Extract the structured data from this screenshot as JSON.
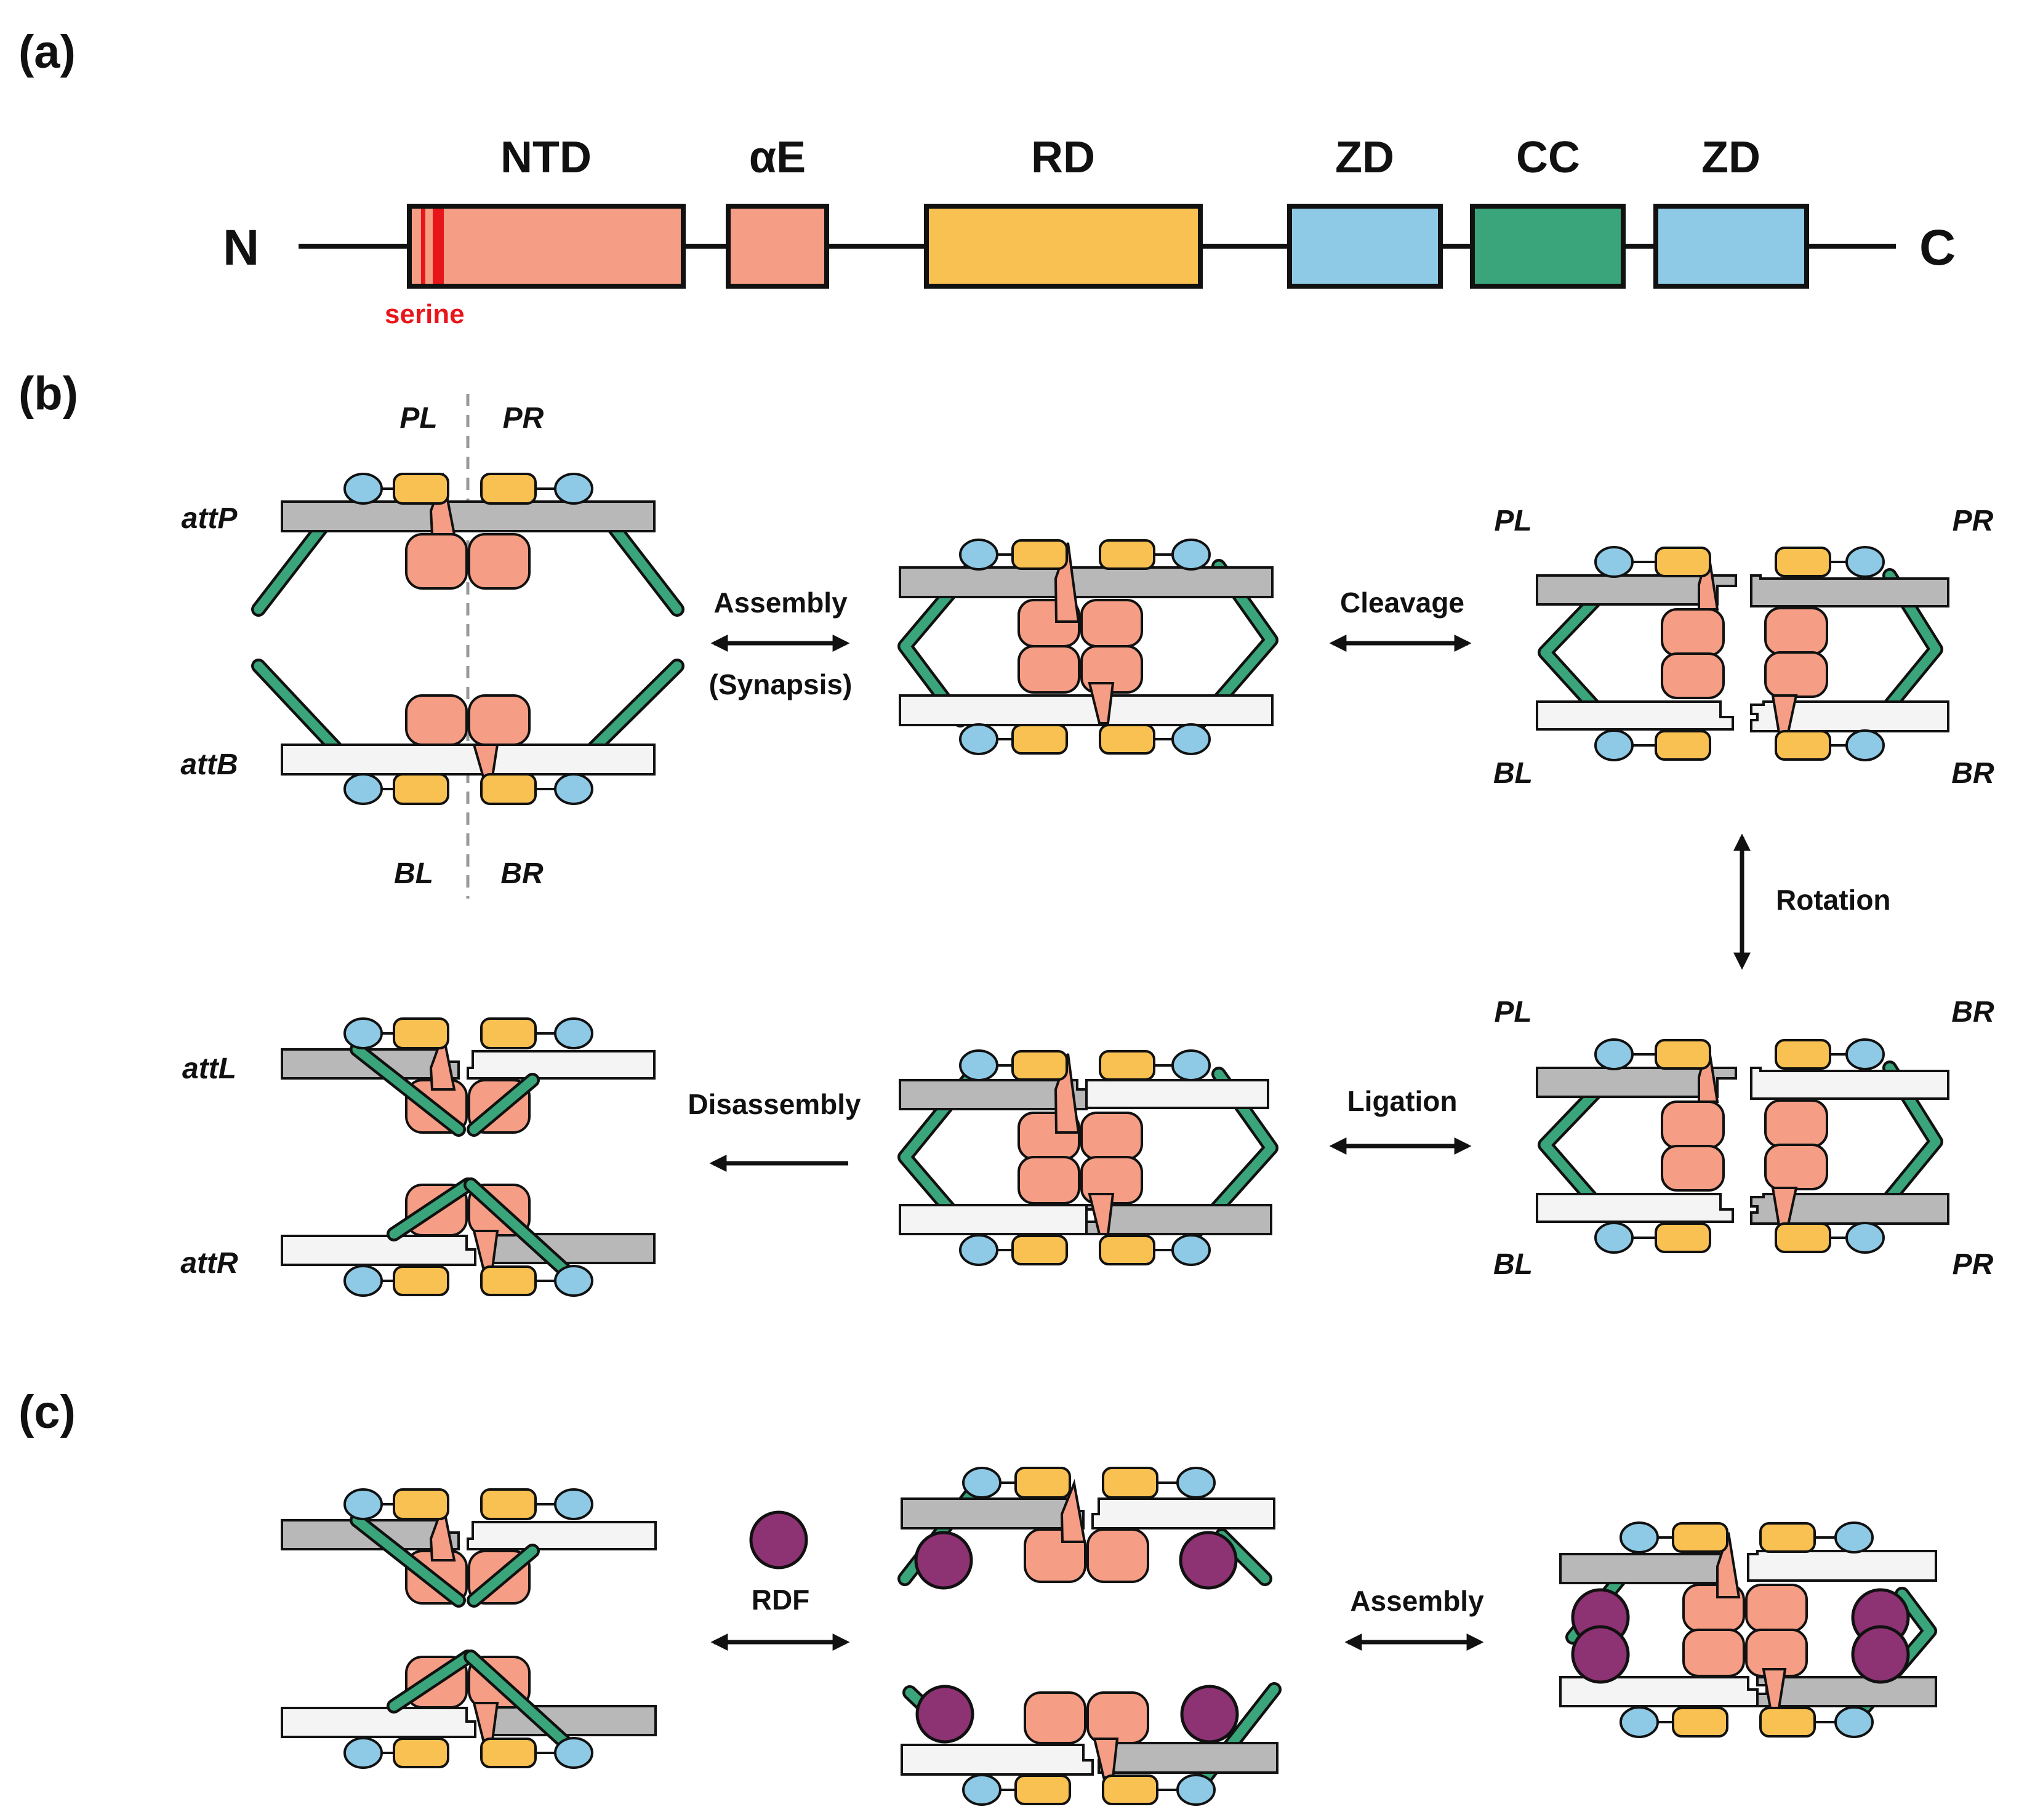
{
  "colors": {
    "ntd": "#f59e85",
    "alphaE": "#f59e85",
    "rd": "#f9c151",
    "zd": "#8ecae6",
    "cc": "#3aa57a",
    "serine": "#e8151b",
    "dna_grey": "#b8b8b8",
    "dna_white": "#f4f4f4",
    "rdf": "#8d3273",
    "line": "#111111"
  },
  "panel_a": {
    "label": "(a)",
    "n_term": "N",
    "c_term": "C",
    "serine_label": "serine",
    "domains": [
      "NTD",
      "αE",
      "RD",
      "ZD",
      "CC",
      "ZD"
    ]
  },
  "panel_b": {
    "label": "(b)",
    "sites": {
      "attP": "attP",
      "attB": "attB",
      "attL": "attL",
      "attR": "attR",
      "PL": "PL",
      "PR": "PR",
      "BL": "BL",
      "BR": "BR"
    },
    "steps": {
      "assembly": "Assembly",
      "synapsis": "(Synapsis)",
      "cleavage": "Cleavage",
      "rotation": "Rotation",
      "ligation": "Ligation",
      "disassembly": "Disassembly"
    }
  },
  "panel_c": {
    "label": "(c)",
    "steps": {
      "rdf": "RDF",
      "assembly": "Assembly"
    }
  }
}
